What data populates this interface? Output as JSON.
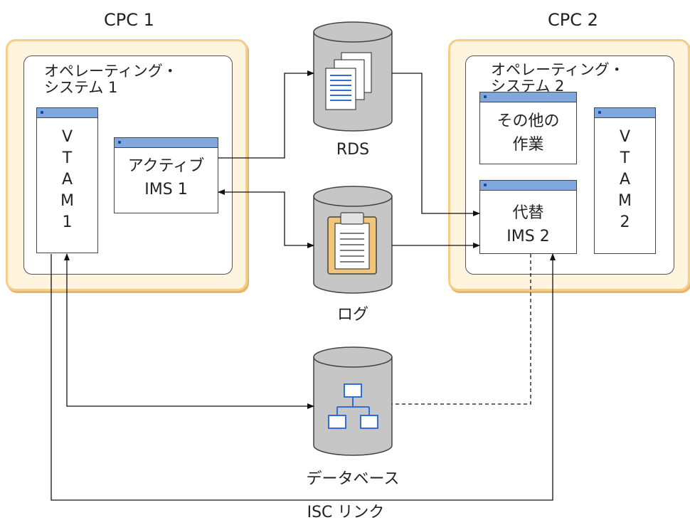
{
  "cpc1": {
    "title": "CPC 1",
    "os_label": "オペレーティング・\nシステム 1",
    "active_ims": "アクティブ\nIMS 1",
    "vtam": "V\nT\nA\nM\n1"
  },
  "cpc2": {
    "title": "CPC 2",
    "os_label": "オペレーティング・\nシステム 2",
    "other_work": "その他の\n作業",
    "alt_ims": "代替\nIMS 2",
    "vtam": "V\nT\nA\nM\n2"
  },
  "storage": {
    "rds": "RDS",
    "log": "ログ",
    "database": "データベース"
  },
  "links": {
    "isc": "ISC リンク"
  },
  "colors": {
    "cpc_fill": "#fff4dd",
    "cpc_border": "#f6cd8a",
    "window_bar": "#7fa8dc",
    "cylinder": "#c6c6c6",
    "icon_blue": "#2e6ed6"
  }
}
